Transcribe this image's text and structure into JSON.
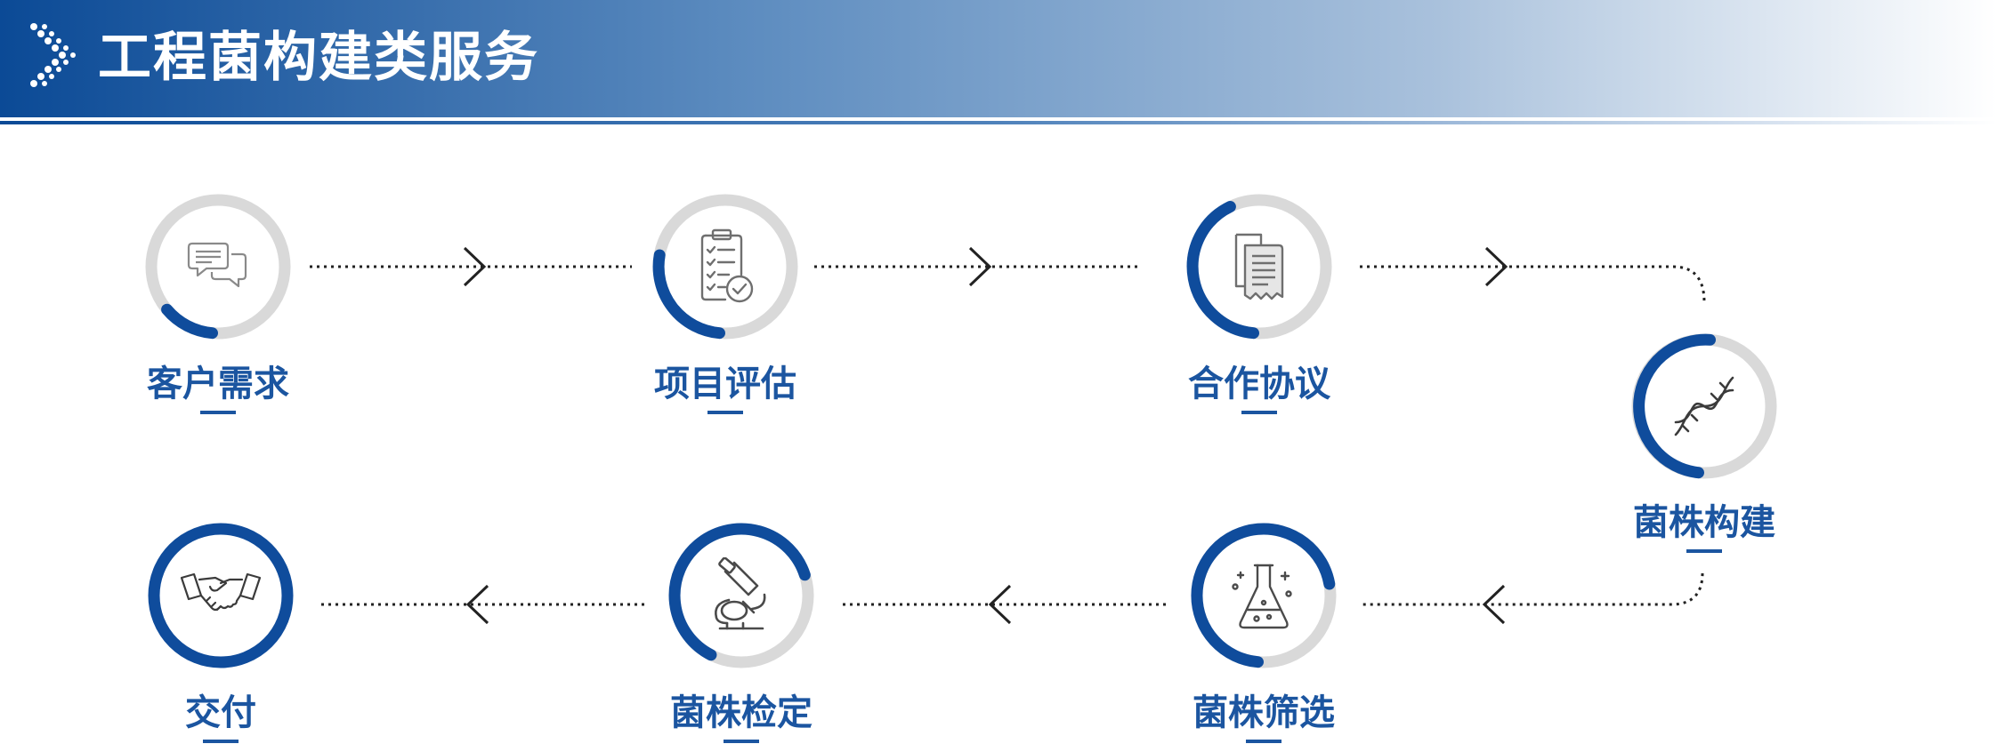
{
  "header": {
    "title": "工程菌构建类服务",
    "accent": "#0b4a96"
  },
  "colors": {
    "ring_track": "#d9d9d9",
    "ring_progress": "#0f4c9c",
    "label": "#1b55a0",
    "connector": "#222222"
  },
  "steps": [
    {
      "label": "客户需求",
      "icon": "chat-bubbles-icon"
    },
    {
      "label": "项目评估",
      "icon": "checklist-clipboard-icon"
    },
    {
      "label": "合作协议",
      "icon": "documents-icon"
    },
    {
      "label": "菌株构建",
      "icon": "dna-helix-icon"
    },
    {
      "label": "菌株筛选",
      "icon": "flask-icon"
    },
    {
      "label": "菌株检定",
      "icon": "microscope-icon"
    },
    {
      "label": "交付",
      "icon": "handshake-icon"
    }
  ]
}
